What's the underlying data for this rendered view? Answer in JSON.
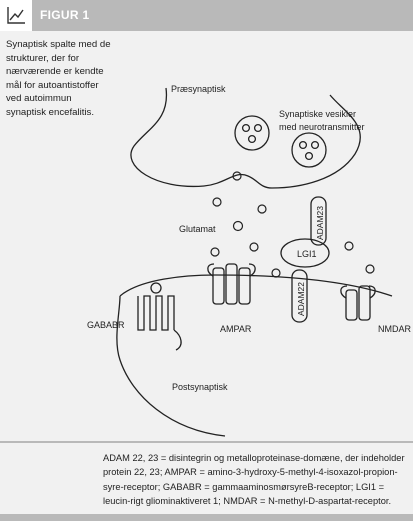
{
  "header": {
    "title": "FIGUR 1",
    "icon": "line-chart-icon"
  },
  "caption": "Synaptisk spalte med de strukturer, der for nærværende er kendte mål for autoantistoffer ved autoimmun synaptisk encefalitis.",
  "labels": {
    "presynaptic": "Præsynaptisk",
    "vesicles_line1": "Synaptiske vesikler",
    "vesicles_line2": "med neurotransmitter",
    "glutamate": "Glutamat",
    "adam23": "ADAM23",
    "lgi1": "LGI1",
    "adam22": "ADAM22",
    "gabab_receptor": "GABABR",
    "ampar": "AMPAR",
    "nmdar": "NMDAR",
    "postsynaptic": "Postsynaptisk"
  },
  "legend": "ADAM 22, 23 = disintegrin og metalloproteinase-domæne, der indeholder protein 22, 23; AMPAR = amino-3-hydroxy-5-methyl-4-isoxazol-propion-syre-receptor; GABABR = gammaaminosmørsyreB-receptor; LGI1 = leucin-rigt gliominaktiveret 1; NMDAR = N-methyl-D-aspartat-receptor.",
  "colors": {
    "header": "#b9b9b9",
    "background": "#f1f1f1",
    "line": "#222222"
  }
}
